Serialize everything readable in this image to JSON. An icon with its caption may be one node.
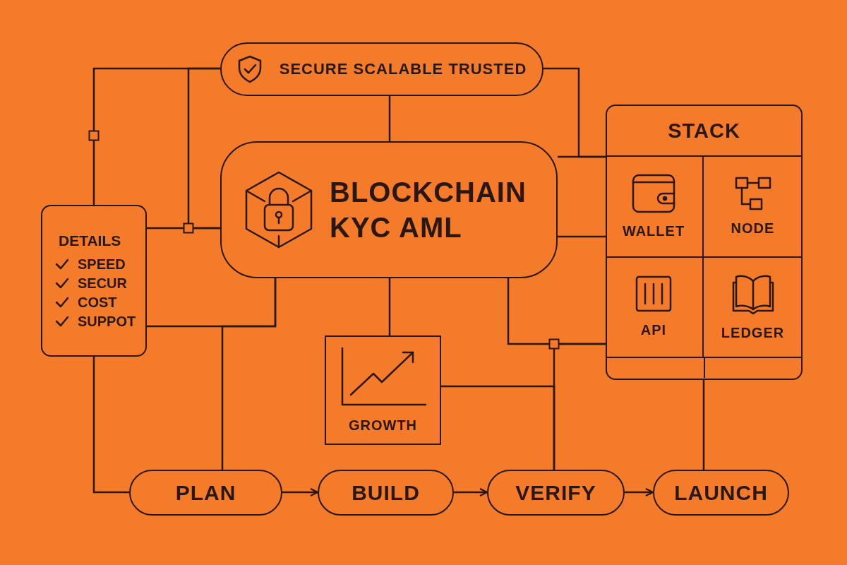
{
  "diagram": {
    "nodes": [
      {
        "text": [
          "SECURE SCALABLE TRUSTED"
        ]
      },
      {
        "text": [
          "BLOCKCHAIN KYC AML"
        ]
      },
      {
        "text": [
          "DETAILS",
          "SPEED",
          "SECUR",
          "COST",
          "SUPPOT"
        ]
      },
      {
        "text": [
          "STACK"
        ]
      },
      {
        "text": [
          "WALLET"
        ],
        "in": 3
      },
      {
        "text": [
          "NODE"
        ],
        "in": 3
      },
      {
        "text": [
          "API"
        ],
        "in": 3
      },
      {
        "text": [
          "LEDGER"
        ],
        "in": 3
      },
      {
        "text": [
          "GROWTH"
        ]
      },
      {
        "text": [
          "PLAN"
        ]
      },
      {
        "text": [
          "BUILD"
        ]
      },
      {
        "text": [
          "VERIFY"
        ]
      },
      {
        "text": [
          "LAUNCH"
        ]
      }
    ],
    "edges": [
      {
        "from": 0,
        "to": 2,
        "arrow": "none"
      },
      {
        "from": 2,
        "to": 1,
        "arrow": "none"
      },
      {
        "from": 0,
        "to": 1,
        "arrow": "none"
      },
      {
        "from": 0,
        "to": 1,
        "arrow": "none"
      },
      {
        "from": 0,
        "to": 3,
        "arrow": "none"
      },
      {
        "from": 1,
        "to": 3,
        "arrow": "none"
      },
      {
        "from": 1,
        "to": 4,
        "arrow": "none"
      },
      {
        "from": 1,
        "to": 2,
        "arrow": "none"
      },
      {
        "from": 1,
        "to": 9,
        "arrow": "none"
      },
      {
        "from": 2,
        "to": 9,
        "arrow": "none"
      },
      {
        "from": 1,
        "to": 8,
        "arrow": "none"
      },
      {
        "from": 1,
        "to": 6,
        "arrow": "none"
      },
      {
        "from": 6,
        "to": 11,
        "arrow": "none"
      },
      {
        "from": 8,
        "to": 11,
        "arrow": "none"
      },
      {
        "from": 3,
        "to": 12,
        "arrow": "none"
      },
      {
        "from": 9,
        "to": 10,
        "arrow": "to"
      },
      {
        "from": 10,
        "to": 11,
        "arrow": "to"
      },
      {
        "from": 11,
        "to": 12,
        "arrow": "to"
      }
    ]
  }
}
